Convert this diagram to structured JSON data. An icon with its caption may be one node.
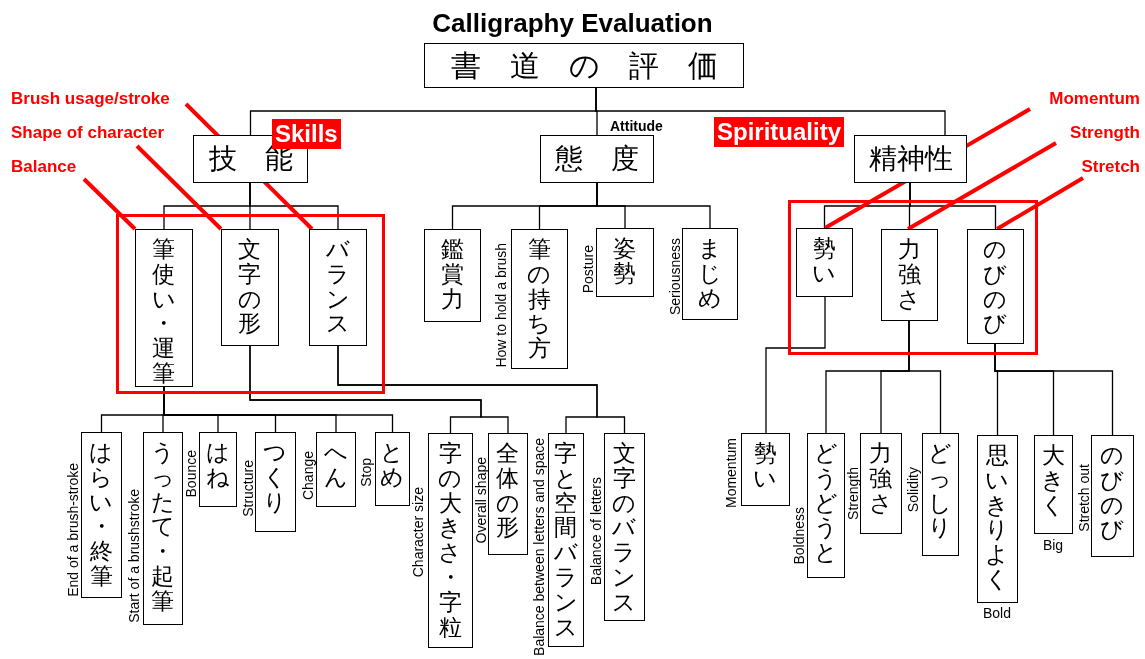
{
  "diagram": {
    "title": "Calligraphy Evaluation",
    "nodes": [
      {
        "text": [
          "書道の評価"
        ]
      },
      {
        "text": [
          "Brush usage/stroke"
        ]
      },
      {
        "text": [
          "Shape of character"
        ]
      },
      {
        "text": [
          "Balance"
        ]
      },
      {
        "text": [
          "Momentum"
        ]
      },
      {
        "text": [
          "Strength"
        ]
      },
      {
        "text": [
          "Stretch"
        ]
      },
      {
        "text": [
          "技能"
        ],
        "beside": [
          "Skills"
        ]
      },
      {
        "text": [
          "態度"
        ],
        "beside": [
          "Attitude"
        ]
      },
      {
        "text": [
          "精神性"
        ],
        "beside": [
          "Spirituality"
        ]
      },
      {
        "text": [],
        "shape": "box"
      },
      {
        "text": [
          "筆使い・運筆"
        ],
        "in": 10
      },
      {
        "text": [
          "文字の形"
        ],
        "in": 10
      },
      {
        "text": [
          "バランス"
        ],
        "in": 10
      },
      {
        "text": [
          "鑑賞力"
        ]
      },
      {
        "text": [
          "筆の持ち方"
        ],
        "beside": [
          "How to hold a brush"
        ]
      },
      {
        "text": [
          "姿勢"
        ],
        "beside": [
          "Posture"
        ]
      },
      {
        "text": [
          "まじめ"
        ],
        "beside": [
          "Seriousness"
        ]
      },
      {
        "text": [],
        "shape": "box"
      },
      {
        "text": [
          "勢い"
        ],
        "in": 18
      },
      {
        "text": [
          "力強さ"
        ],
        "in": 18
      },
      {
        "text": [
          "のびのび"
        ],
        "in": 18
      },
      {
        "text": [
          "はらい・終筆"
        ],
        "beside": [
          "End of a brush-stroke"
        ]
      },
      {
        "text": [
          "うったて・起筆"
        ],
        "beside": [
          "Start of a brushstroke"
        ]
      },
      {
        "text": [
          "はね"
        ],
        "beside": [
          "Bounce"
        ]
      },
      {
        "text": [
          "つくり"
        ],
        "beside": [
          "Structure"
        ]
      },
      {
        "text": [
          "へん"
        ],
        "beside": [
          "Change"
        ]
      },
      {
        "text": [
          "とめ"
        ],
        "beside": [
          "Stop"
        ]
      },
      {
        "text": [
          "字の大きさ・字粒"
        ],
        "beside": [
          "Character size"
        ]
      },
      {
        "text": [
          "全体の形"
        ],
        "beside": [
          "Overall shape"
        ]
      },
      {
        "text": [
          "字と空間バランス"
        ],
        "beside": [
          "Balance between letters and space"
        ]
      },
      {
        "text": [
          "文字のバランス"
        ],
        "beside": [
          "Balance of letters"
        ]
      },
      {
        "text": [
          "勢い"
        ],
        "beside": [
          "Momentum"
        ]
      },
      {
        "text": [
          "どうどうと"
        ],
        "beside": [
          "Boldness"
        ]
      },
      {
        "text": [
          "力強さ"
        ],
        "beside": [
          "Strength"
        ]
      },
      {
        "text": [
          "どっしり"
        ],
        "beside": [
          "Solidity"
        ]
      },
      {
        "text": [
          "思いきりよく"
        ],
        "beside": [
          "Bold"
        ]
      },
      {
        "text": [
          "大きく"
        ],
        "beside": [
          "Big"
        ]
      },
      {
        "text": [
          "のびのび"
        ],
        "beside": [
          "Stretch out"
        ]
      }
    ],
    "edges": [
      {
        "from": 0,
        "to": 7,
        "arrow": "none"
      },
      {
        "from": 0,
        "to": 8,
        "arrow": "none"
      },
      {
        "from": 0,
        "to": 9,
        "arrow": "none"
      },
      {
        "from": 7,
        "to": 11,
        "arrow": "none"
      },
      {
        "from": 7,
        "to": 12,
        "arrow": "none"
      },
      {
        "from": 7,
        "to": 13,
        "arrow": "none"
      },
      {
        "from": 8,
        "to": 14,
        "arrow": "none"
      },
      {
        "from": 8,
        "to": 15,
        "arrow": "none"
      },
      {
        "from": 8,
        "to": 16,
        "arrow": "none"
      },
      {
        "from": 8,
        "to": 17,
        "arrow": "none"
      },
      {
        "from": 9,
        "to": 19,
        "arrow": "none"
      },
      {
        "from": 9,
        "to": 20,
        "arrow": "none"
      },
      {
        "from": 9,
        "to": 21,
        "arrow": "none"
      },
      {
        "from": 11,
        "to": 22,
        "arrow": "none"
      },
      {
        "from": 11,
        "to": 23,
        "arrow": "none"
      },
      {
        "from": 11,
        "to": 24,
        "arrow": "none"
      },
      {
        "from": 11,
        "to": 25,
        "arrow": "none"
      },
      {
        "from": 11,
        "to": 26,
        "arrow": "none"
      },
      {
        "from": 11,
        "to": 27,
        "arrow": "none"
      },
      {
        "from": 12,
        "to": 28,
        "arrow": "none"
      },
      {
        "from": 12,
        "to": 29,
        "arrow": "none"
      },
      {
        "from": 13,
        "to": 30,
        "arrow": "none"
      },
      {
        "from": 13,
        "to": 31,
        "arrow": "none"
      },
      {
        "from": 19,
        "to": 32,
        "arrow": "none"
      },
      {
        "from": 20,
        "to": 33,
        "arrow": "none"
      },
      {
        "from": 20,
        "to": 34,
        "arrow": "none"
      },
      {
        "from": 20,
        "to": 35,
        "arrow": "none"
      },
      {
        "from": 21,
        "to": 36,
        "arrow": "none"
      },
      {
        "from": 21,
        "to": 37,
        "arrow": "none"
      },
      {
        "from": 21,
        "to": 38,
        "arrow": "none"
      },
      {
        "from": 1,
        "to": 13,
        "arrow": "none",
        "style": "thick",
        "color": "#ff0000"
      },
      {
        "from": 2,
        "to": 12,
        "arrow": "none",
        "style": "thick",
        "color": "#ff0000"
      },
      {
        "from": 3,
        "to": 11,
        "arrow": "none",
        "style": "thick",
        "color": "#ff0000"
      },
      {
        "from": 4,
        "to": 19,
        "arrow": "none",
        "style": "thick",
        "color": "#ff0000"
      },
      {
        "from": 5,
        "to": 20,
        "arrow": "none",
        "style": "thick",
        "color": "#ff0000"
      },
      {
        "from": 6,
        "to": 21,
        "arrow": "none",
        "style": "thick",
        "color": "#ff0000"
      }
    ]
  }
}
